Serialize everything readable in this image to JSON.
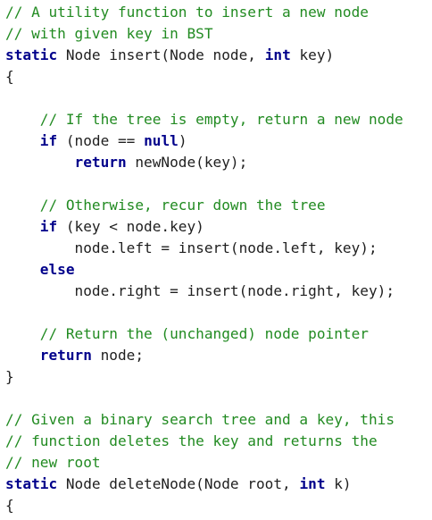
{
  "code": {
    "lines": [
      [
        {
          "t": "comment",
          "s": "// A utility function to insert a new node"
        }
      ],
      [
        {
          "t": "comment",
          "s": "// with given key in BST"
        }
      ],
      [
        {
          "t": "keyword",
          "s": "static"
        },
        {
          "t": "plain",
          "s": " Node insert(Node node, "
        },
        {
          "t": "keyword",
          "s": "int"
        },
        {
          "t": "plain",
          "s": " key)"
        }
      ],
      [
        {
          "t": "plain",
          "s": "{"
        }
      ],
      [],
      [
        {
          "t": "plain",
          "s": "    "
        },
        {
          "t": "comment",
          "s": "// If the tree is empty, return a new node"
        }
      ],
      [
        {
          "t": "plain",
          "s": "    "
        },
        {
          "t": "keyword",
          "s": "if"
        },
        {
          "t": "plain",
          "s": " (node == "
        },
        {
          "t": "keyword",
          "s": "null"
        },
        {
          "t": "plain",
          "s": ")"
        }
      ],
      [
        {
          "t": "plain",
          "s": "        "
        },
        {
          "t": "keyword",
          "s": "return"
        },
        {
          "t": "plain",
          "s": " newNode(key);"
        }
      ],
      [],
      [
        {
          "t": "plain",
          "s": "    "
        },
        {
          "t": "comment",
          "s": "// Otherwise, recur down the tree"
        }
      ],
      [
        {
          "t": "plain",
          "s": "    "
        },
        {
          "t": "keyword",
          "s": "if"
        },
        {
          "t": "plain",
          "s": " (key < node.key)"
        }
      ],
      [
        {
          "t": "plain",
          "s": "        node.left = insert(node.left, key);"
        }
      ],
      [
        {
          "t": "plain",
          "s": "    "
        },
        {
          "t": "keyword",
          "s": "else"
        }
      ],
      [
        {
          "t": "plain",
          "s": "        node.right = insert(node.right, key);"
        }
      ],
      [],
      [
        {
          "t": "plain",
          "s": "    "
        },
        {
          "t": "comment",
          "s": "// Return the (unchanged) node pointer"
        }
      ],
      [
        {
          "t": "plain",
          "s": "    "
        },
        {
          "t": "keyword",
          "s": "return"
        },
        {
          "t": "plain",
          "s": " node;"
        }
      ],
      [
        {
          "t": "plain",
          "s": "}"
        }
      ],
      [],
      [
        {
          "t": "comment",
          "s": "// Given a binary search tree and a key, this"
        }
      ],
      [
        {
          "t": "comment",
          "s": "// function deletes the key and returns the"
        }
      ],
      [
        {
          "t": "comment",
          "s": "// new root"
        }
      ],
      [
        {
          "t": "keyword",
          "s": "static"
        },
        {
          "t": "plain",
          "s": " Node deleteNode(Node root, "
        },
        {
          "t": "keyword",
          "s": "int"
        },
        {
          "t": "plain",
          "s": " k)"
        }
      ],
      [
        {
          "t": "plain",
          "s": "{"
        }
      ]
    ]
  },
  "colors": {
    "background": "#ffffff",
    "plain": "#1f1f1f",
    "comment": "#228b22",
    "keyword": "#00008b"
  }
}
